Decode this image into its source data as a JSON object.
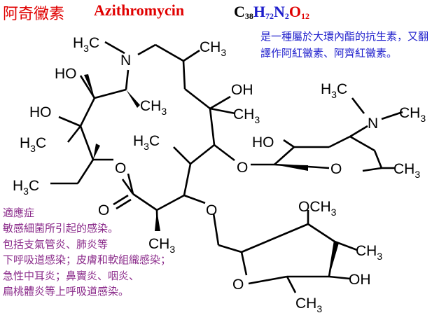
{
  "title": {
    "name_zh": "阿奇黴素",
    "name_en": "Azithromycin",
    "formula": {
      "elements": [
        {
          "symbol": "C",
          "count": "38",
          "color": "#000000"
        },
        {
          "symbol": "H",
          "count": "72",
          "color": "#1e1ecc"
        },
        {
          "symbol": "N",
          "count": "2",
          "color": "#1e1ecc"
        },
        {
          "symbol": "O",
          "count": "12",
          "color": "#e00000"
        }
      ]
    }
  },
  "description": "是一種屬於大環內酯的抗生素，又翻譯作阿紅黴素、阿齊紅黴素。",
  "indications": {
    "heading": "適應症",
    "lines": [
      "敏感細菌所引起的感染。",
      "包括支氣管炎、肺炎等",
      "下呼吸道感染；皮膚和軟組織感染；",
      "急性中耳炎；鼻竇炎、咽炎、",
      "扁桃體炎等上呼吸道感染。"
    ]
  },
  "structure_labels": {
    "N": "N",
    "O": "O",
    "HO": "HO",
    "OH": "OH",
    "OCH3": "OCH",
    "CH3": "CH",
    "H3C": "H",
    "C": "C",
    "H": "H",
    "3": "3"
  },
  "colors": {
    "title": "#e00000",
    "description": "#1e1ecc",
    "indications": "#8a2a8a",
    "bonds": "#000000"
  }
}
